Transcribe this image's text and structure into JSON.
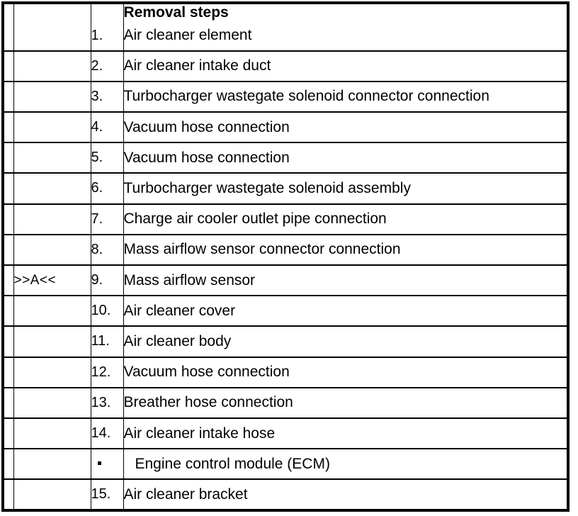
{
  "table": {
    "header": {
      "tick_label": "",
      "mark_label": "",
      "num_label": "",
      "desc_label": "Removal steps"
    },
    "columns": [
      "",
      "",
      "",
      "Removal steps"
    ],
    "rows": [
      {
        "mark": "",
        "num": "1.",
        "desc": "Air cleaner element",
        "bullet": false,
        "indented": false
      },
      {
        "mark": "",
        "num": "2.",
        "desc": "Air cleaner intake duct",
        "bullet": false,
        "indented": false
      },
      {
        "mark": "",
        "num": "3.",
        "desc": "Turbocharger wastegate solenoid connector connection",
        "bullet": false,
        "indented": false
      },
      {
        "mark": "",
        "num": "4.",
        "desc": "Vacuum hose connection",
        "bullet": false,
        "indented": false
      },
      {
        "mark": "",
        "num": "5.",
        "desc": "Vacuum hose connection",
        "bullet": false,
        "indented": false
      },
      {
        "mark": "",
        "num": "6.",
        "desc": "Turbocharger wastegate solenoid assembly",
        "bullet": false,
        "indented": false
      },
      {
        "mark": "",
        "num": "7.",
        "desc": "Charge air cooler outlet pipe connection",
        "bullet": false,
        "indented": false
      },
      {
        "mark": "",
        "num": "8.",
        "desc": "Mass airflow sensor connector connection",
        "bullet": false,
        "indented": false
      },
      {
        "mark": ">>A<<",
        "num": "9.",
        "desc": "Mass airflow sensor",
        "bullet": false,
        "indented": false
      },
      {
        "mark": "",
        "num": "10.",
        "desc": "Air cleaner cover",
        "bullet": false,
        "indented": false
      },
      {
        "mark": "",
        "num": "11.",
        "desc": "Air cleaner body",
        "bullet": false,
        "indented": false
      },
      {
        "mark": "",
        "num": "12.",
        "desc": "Vacuum hose connection",
        "bullet": false,
        "indented": false
      },
      {
        "mark": "",
        "num": "13.",
        "desc": "Breather hose connection",
        "bullet": false,
        "indented": false
      },
      {
        "mark": "",
        "num": "14.",
        "desc": "Air cleaner intake hose",
        "bullet": false,
        "indented": false
      },
      {
        "mark": "",
        "num": "·",
        "desc": "Engine control module (ECM)",
        "bullet": true,
        "indented": true
      },
      {
        "mark": "",
        "num": "15.",
        "desc": "Air cleaner bracket",
        "bullet": false,
        "indented": false
      }
    ]
  },
  "colors": {
    "border": "#000000",
    "background": "#ffffff",
    "text": "#000000"
  }
}
